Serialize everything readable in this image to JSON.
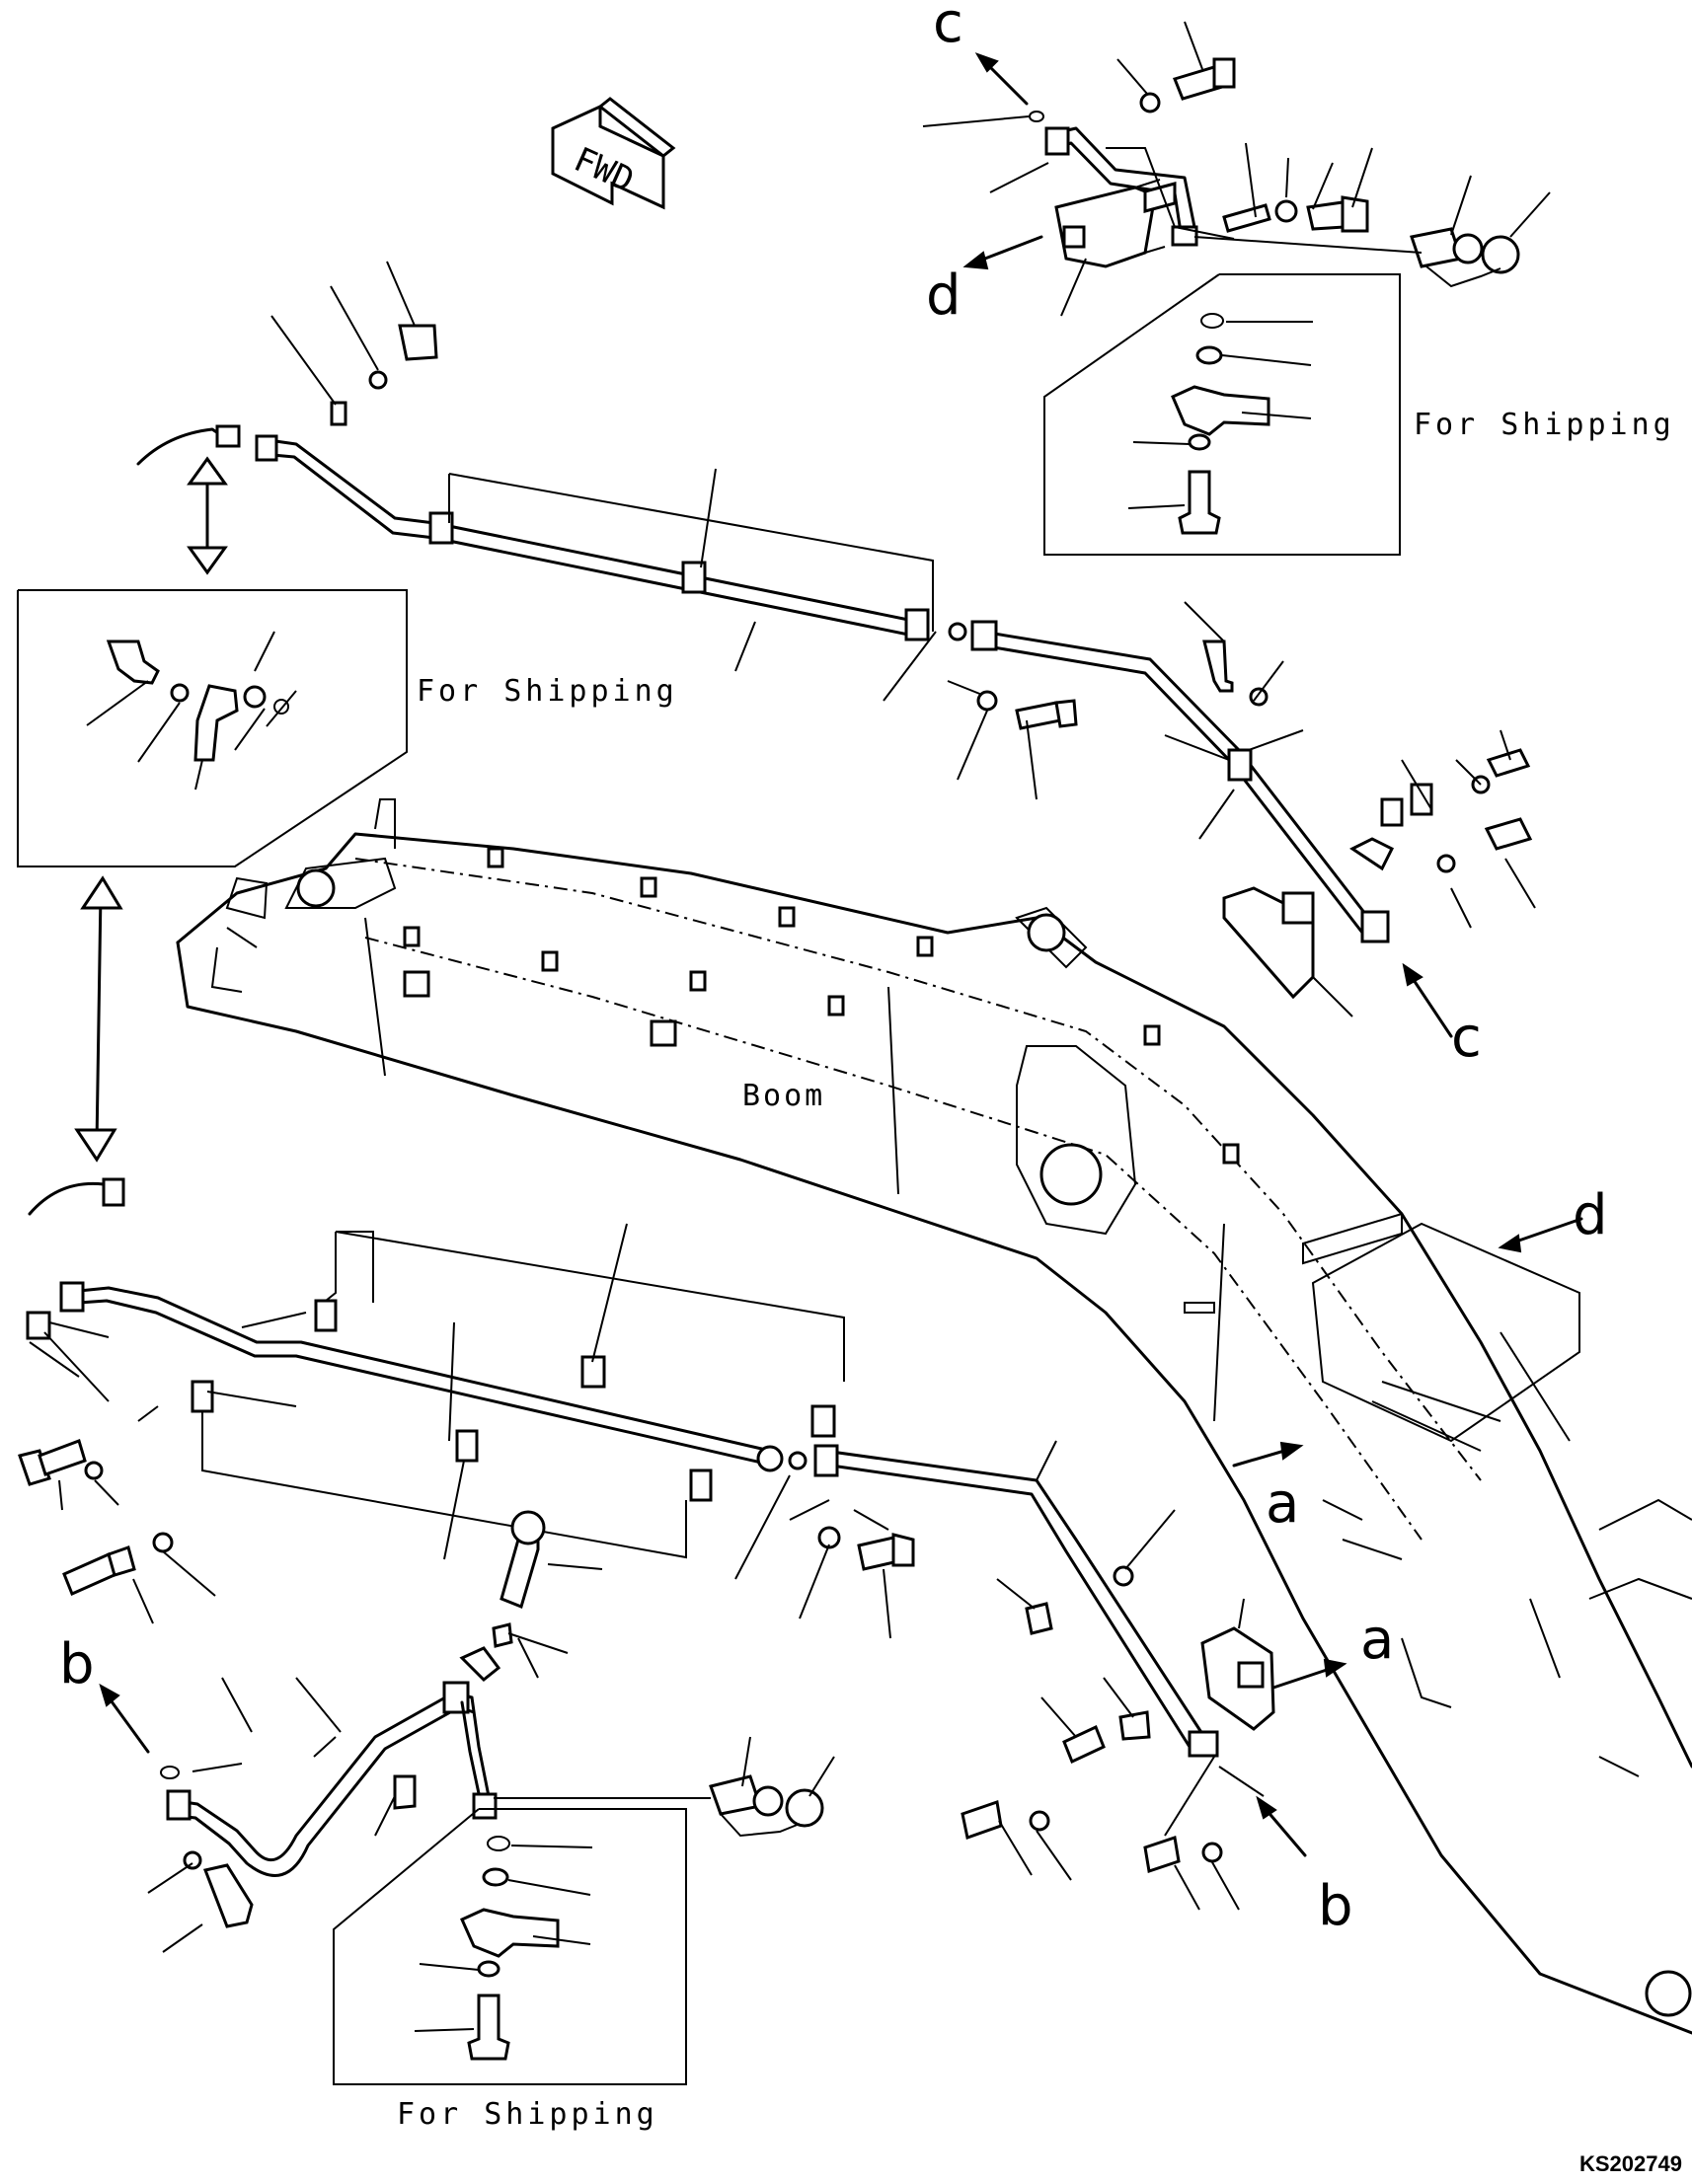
{
  "labels": {
    "fwd": "FWD",
    "boom": "Boom",
    "for_shipping_top_right": "For Shipping",
    "for_shipping_left": "For Shipping",
    "for_shipping_bottom": "For Shipping",
    "ref_c_top": "c",
    "ref_c_right": "c",
    "ref_d_top": "d",
    "ref_d_right": "d",
    "ref_a_lower": "a",
    "ref_a_right": "a",
    "ref_b_left": "b",
    "ref_b_lower": "b",
    "drawing_code": "KS202749"
  }
}
